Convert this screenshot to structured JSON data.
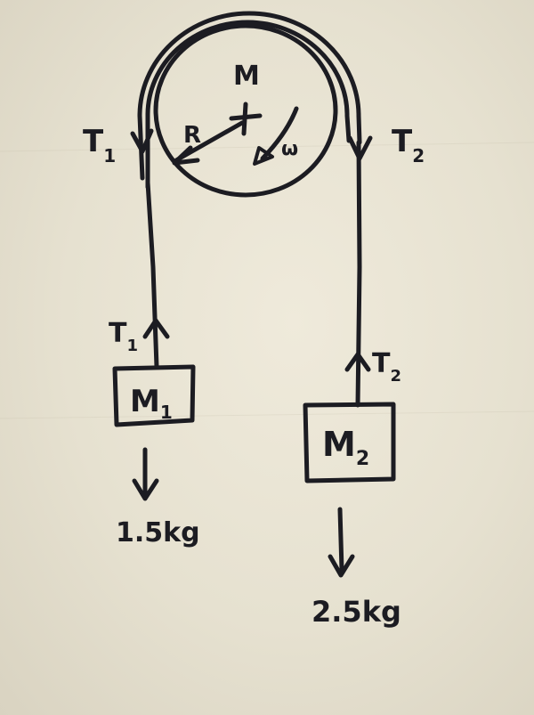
{
  "diagram": {
    "pulley": {
      "mass_label": "M",
      "radius_label": "R",
      "omega_label": "ω"
    },
    "left": {
      "tension_main": "T",
      "tension_sub": "1",
      "block_main": "M",
      "block_sub": "1",
      "mass_value": "1.5kg"
    },
    "right": {
      "tension_main": "T",
      "tension_sub": "2",
      "block_main": "M",
      "block_sub": "2",
      "mass_value": "2.5kg"
    }
  }
}
